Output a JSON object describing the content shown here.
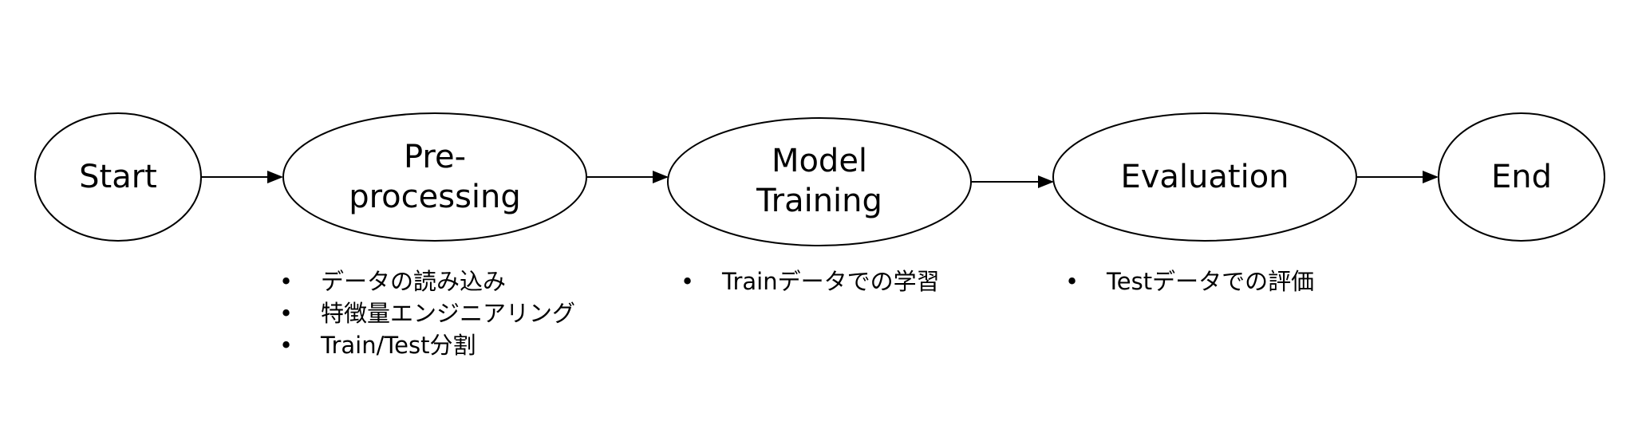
{
  "nodes": [
    {
      "id": "start",
      "label_lines": [
        "Start"
      ]
    },
    {
      "id": "preprocessing",
      "label_lines": [
        "Pre-",
        "processing"
      ]
    },
    {
      "id": "model-training",
      "label_lines": [
        "Model",
        "Training"
      ]
    },
    {
      "id": "evaluation",
      "label_lines": [
        "Evaluation"
      ]
    },
    {
      "id": "end",
      "label_lines": [
        "End"
      ]
    }
  ],
  "notes": {
    "preprocessing": [
      "データの読み込み",
      "特徴量エンジニアリング",
      "Train/Test分割"
    ],
    "model_training": [
      "Trainデータでの学習"
    ],
    "evaluation": [
      "Testデータでの評価"
    ]
  },
  "colors": {
    "stroke": "#000000",
    "background": "#ffffff",
    "text": "#000000"
  }
}
